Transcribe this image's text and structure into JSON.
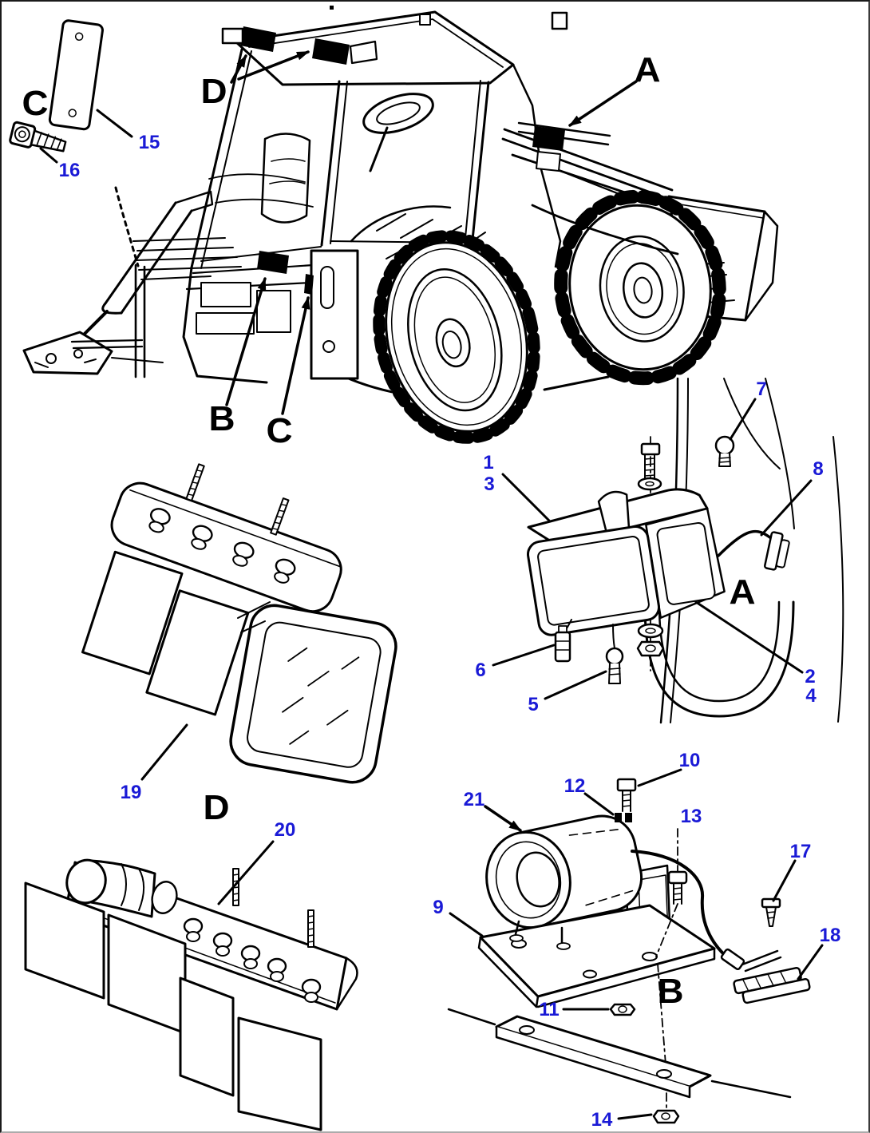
{
  "diagram": {
    "type": "exploded-parts-diagram",
    "subject": "backhoe loader lighting and alarm installation",
    "colors": {
      "line": "#000000",
      "part_number": "#1a1ad6",
      "section_letter": "#000000",
      "background": "#ffffff"
    },
    "sections": [
      {
        "id": "C-upper",
        "text": "C"
      },
      {
        "id": "D-upper",
        "text": "D"
      },
      {
        "id": "A-upper",
        "text": "A"
      },
      {
        "id": "B-machine",
        "text": "B"
      },
      {
        "id": "C-machine",
        "text": "C"
      },
      {
        "id": "A-detail",
        "text": "A"
      },
      {
        "id": "D-detail",
        "text": "D"
      },
      {
        "id": "B-detail",
        "text": "B"
      }
    ],
    "parts": [
      {
        "text": "15"
      },
      {
        "text": "16"
      },
      {
        "text": "1"
      },
      {
        "text": "3"
      },
      {
        "text": "7"
      },
      {
        "text": "8"
      },
      {
        "text": "2"
      },
      {
        "text": "4"
      },
      {
        "text": "5"
      },
      {
        "text": "6"
      },
      {
        "text": "19"
      },
      {
        "text": "20"
      },
      {
        "text": "21"
      },
      {
        "text": "12"
      },
      {
        "text": "10"
      },
      {
        "text": "13"
      },
      {
        "text": "17"
      },
      {
        "text": "9"
      },
      {
        "text": "18"
      },
      {
        "text": "11"
      },
      {
        "text": "14"
      }
    ]
  }
}
